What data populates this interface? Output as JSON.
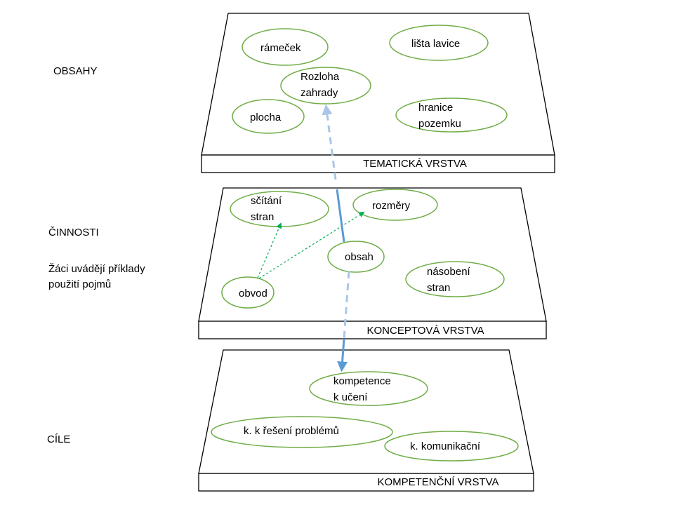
{
  "side_labels": {
    "obsahy": "OBSAHY",
    "cinnosti": "ČINNOSTI",
    "cinnosti_note": [
      "Žáci uvádějí příklady",
      "použití pojmů"
    ],
    "cile": "CÍLE"
  },
  "layers": {
    "thematic": {
      "title": "TEMATICKÁ VRSTVA",
      "nodes": {
        "ramecek": [
          "rámeček"
        ],
        "lista": [
          "lišta lavice"
        ],
        "rozloha": [
          "Rozloha",
          "zahrady"
        ],
        "plocha": [
          "plocha"
        ],
        "hranice": [
          "hranice",
          "pozemku"
        ]
      }
    },
    "conceptual": {
      "title": "KONCEPTOVÁ VRSTVA",
      "nodes": {
        "scitani": [
          "sčítání",
          "stran"
        ],
        "rozmery": [
          "rozměry"
        ],
        "obsah": [
          "obsah"
        ],
        "nasobeni": [
          "násobení",
          "stran"
        ],
        "obvod": [
          "obvod"
        ]
      }
    },
    "competence": {
      "title": "KOMPETENČNÍ  VRSTVA",
      "nodes": {
        "uceni": [
          "kompetence",
          "k učení"
        ],
        "reseni": [
          "k. k řešení problémů"
        ],
        "komunikacni": [
          "k. komunikační"
        ]
      }
    }
  },
  "colors": {
    "node_border": "#70ad47",
    "arrow_solid": "#5b9bd5",
    "arrow_dashed": "#a9c6e8",
    "arrow_green": "#00b050"
  }
}
